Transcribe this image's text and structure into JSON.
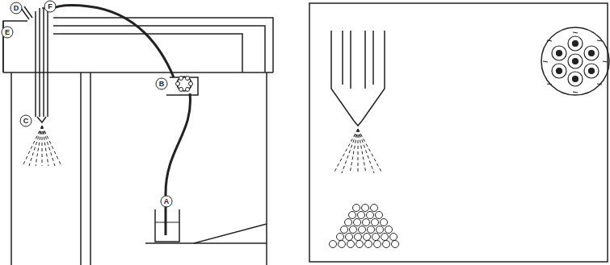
{
  "diagram": {
    "labels": [
      "D",
      "F",
      "E",
      "B",
      "C",
      "A"
    ]
  }
}
